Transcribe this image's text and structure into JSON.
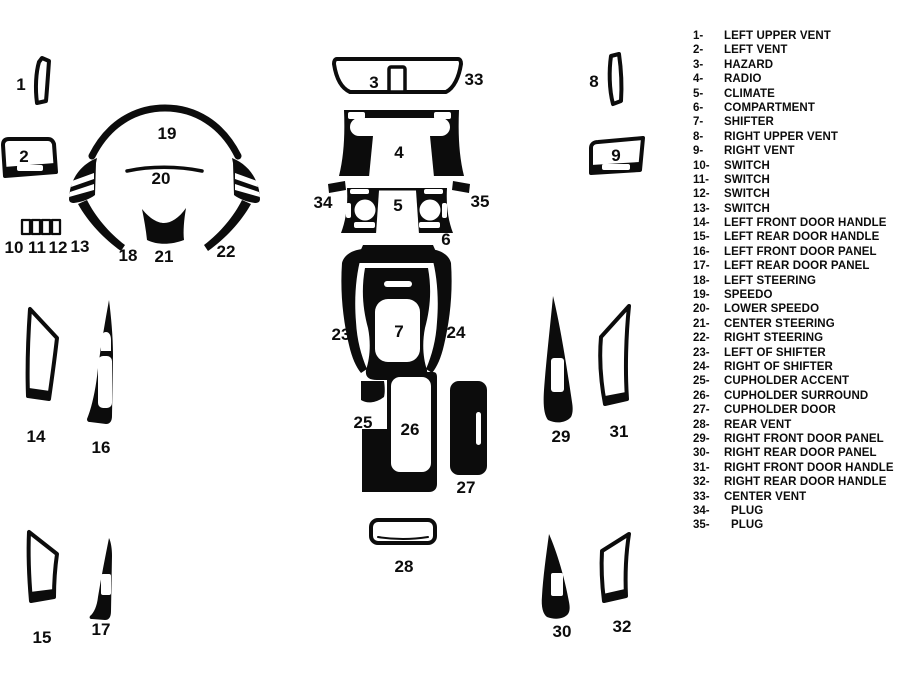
{
  "colors": {
    "ink": "#0c0c0c",
    "paper": "#ffffff"
  },
  "legend": [
    {
      "num": "1-",
      "label": "LEFT UPPER VENT"
    },
    {
      "num": "2-",
      "label": "LEFT VENT"
    },
    {
      "num": "3-",
      "label": "HAZARD"
    },
    {
      "num": "4-",
      "label": "RADIO"
    },
    {
      "num": "5-",
      "label": "CLIMATE"
    },
    {
      "num": "6-",
      "label": "COMPARTMENT"
    },
    {
      "num": "7-",
      "label": "SHIFTER"
    },
    {
      "num": "8-",
      "label": "RIGHT UPPER VENT"
    },
    {
      "num": "9-",
      "label": "RIGHT VENT"
    },
    {
      "num": "10-",
      "label": "SWITCH"
    },
    {
      "num": "11-",
      "label": "SWITCH"
    },
    {
      "num": "12-",
      "label": "SWITCH"
    },
    {
      "num": "13-",
      "label": "SWITCH"
    },
    {
      "num": "14-",
      "label": "LEFT FRONT DOOR HANDLE"
    },
    {
      "num": "15-",
      "label": "LEFT REAR DOOR HANDLE"
    },
    {
      "num": "16-",
      "label": "LEFT FRONT DOOR PANEL"
    },
    {
      "num": "17-",
      "label": "LEFT REAR DOOR PANEL"
    },
    {
      "num": "18-",
      "label": "LEFT STEERING"
    },
    {
      "num": "19-",
      "label": "SPEEDO"
    },
    {
      "num": "20-",
      "label": "LOWER SPEEDO"
    },
    {
      "num": "21-",
      "label": "CENTER STEERING"
    },
    {
      "num": "22-",
      "label": "RIGHT STEERING"
    },
    {
      "num": "23-",
      "label": "LEFT OF SHIFTER"
    },
    {
      "num": "24-",
      "label": "RIGHT OF SHIFTER"
    },
    {
      "num": "25-",
      "label": "CUPHOLDER ACCENT"
    },
    {
      "num": "26-",
      "label": "CUPHOLDER SURROUND"
    },
    {
      "num": "27-",
      "label": "CUPHOLDER DOOR"
    },
    {
      "num": "28-",
      "label": "REAR VENT"
    },
    {
      "num": "29-",
      "label": "RIGHT FRONT DOOR PANEL"
    },
    {
      "num": "30-",
      "label": "RIGHT REAR DOOR PANEL"
    },
    {
      "num": "31-",
      "label": "RIGHT FRONT DOOR HANDLE"
    },
    {
      "num": "32-",
      "label": "RIGHT REAR DOOR HANDLE"
    },
    {
      "num": "33-",
      "label": "CENTER VENT"
    },
    {
      "num": "34-",
      "label": "PLUG",
      "indent": true
    },
    {
      "num": "35-",
      "label": "PLUG",
      "indent": true
    }
  ],
  "labels": {
    "n1": "1",
    "n2": "2",
    "n3": "3",
    "n4": "4",
    "n5": "5",
    "n6": "6",
    "n7": "7",
    "n8": "8",
    "n9": "9",
    "n10": "10",
    "n11": "11",
    "n12": "12",
    "n13": "13",
    "n14": "14",
    "n15": "15",
    "n16": "16",
    "n17": "17",
    "n18": "18",
    "n19": "19",
    "n20": "20",
    "n21": "21",
    "n22": "22",
    "n23": "23",
    "n24": "24",
    "n25": "25",
    "n26": "26",
    "n27": "27",
    "n28": "28",
    "n29": "29",
    "n30": "30",
    "n31": "31",
    "n32": "32",
    "n33": "33",
    "n34": "34",
    "n35": "35"
  }
}
